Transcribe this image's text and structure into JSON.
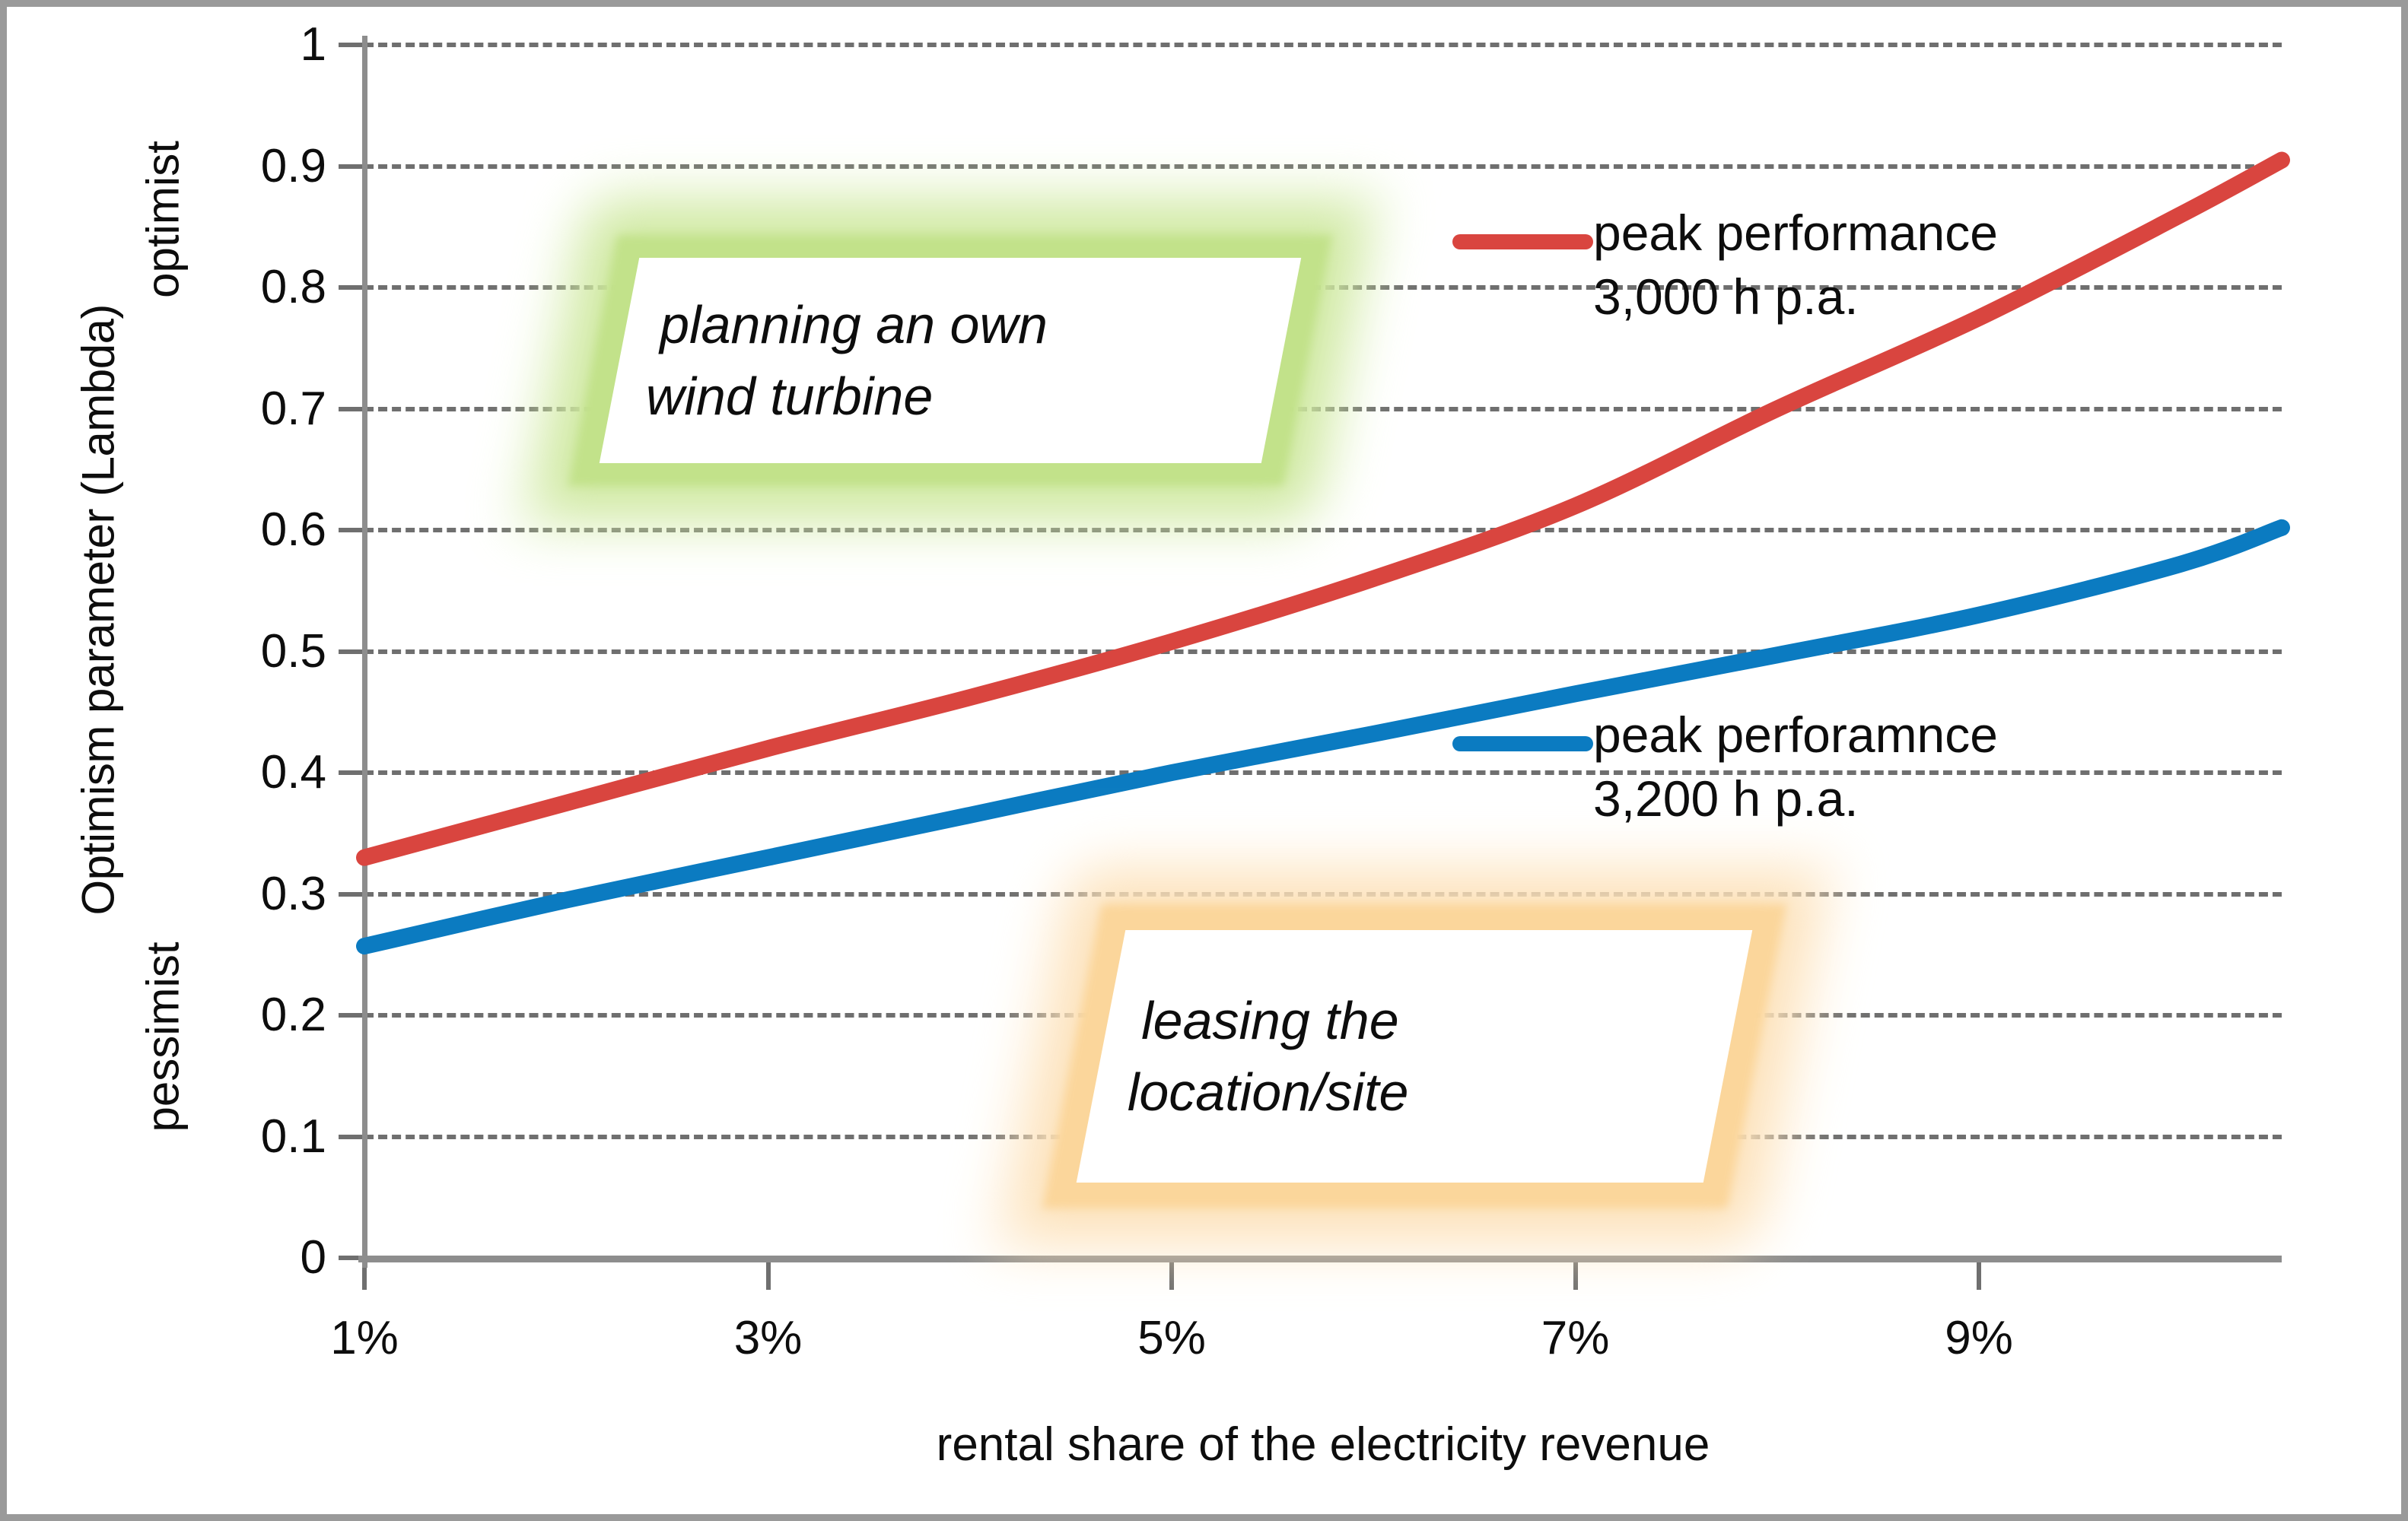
{
  "chart_data": {
    "type": "line",
    "title": "",
    "xlabel": "rental share of the electricity revenue",
    "ylabel": "Optimism parameter (Lambda)",
    "y_pole_high": "optimist",
    "y_pole_low": "pessimist",
    "xlim": [
      1,
      10.5
    ],
    "ylim": [
      0,
      1
    ],
    "grid": true,
    "legend_position": "inside-right",
    "x_tick_labels": [
      "1%",
      "3%",
      "5%",
      "7%",
      "9%"
    ],
    "x_tick_values": [
      1,
      3,
      5,
      7,
      9
    ],
    "y_tick_labels": [
      "0",
      "0.1",
      "0.2",
      "0.3",
      "0.4",
      "0.5",
      "0.6",
      "0.7",
      "0.8",
      "0.9",
      "1"
    ],
    "y_tick_values": [
      0,
      0.1,
      0.2,
      0.3,
      0.4,
      0.5,
      0.6,
      0.7,
      0.8,
      0.9,
      1
    ],
    "x": [
      1,
      2,
      3,
      4,
      5,
      6,
      7,
      8,
      9,
      10,
      10.5
    ],
    "series": [
      {
        "name": "peak performance 3,000 h p.a.",
        "color": "#D9453F",
        "values": [
          0.33,
          0.375,
          0.42,
          0.462,
          0.508,
          0.56,
          0.62,
          0.7,
          0.775,
          0.86,
          0.905
        ]
      },
      {
        "name": "peak perforamnce 3,200 h p.a.",
        "color": "#0B7BC1",
        "values": [
          0.257,
          0.295,
          0.33,
          0.365,
          0.4,
          0.432,
          0.465,
          0.497,
          0.53,
          0.572,
          0.602
        ]
      }
    ],
    "annotations": [
      {
        "id": "planning-own-turbine",
        "lines": [
          "planning an own",
          "wind turbine"
        ],
        "color": "#c2e28a",
        "glow": "#cfe9a0"
      },
      {
        "id": "leasing-location",
        "lines": [
          "leasing the",
          "location/site"
        ],
        "color": "#fbd69b",
        "glow": "#fde2ba"
      }
    ]
  },
  "legend": {
    "red": {
      "line1": "peak performance",
      "line2": "3,000 h p.a.",
      "color": "#D9453F"
    },
    "blue": {
      "line1": "peak perforamnce",
      "line2": "3,200 h p.a.",
      "color": "#0B7BC1"
    }
  },
  "axes": {
    "y_title": "Optimism parameter (Lambda)",
    "y_top_pole": "optimist",
    "y_bottom_pole": "pessimist",
    "x_title": "rental share of the electricity revenue",
    "y_ticks": [
      "1",
      "0.9",
      "0.8",
      "0.7",
      "0.6",
      "0.5",
      "0.4",
      "0.3",
      "0.2",
      "0.1",
      "0"
    ],
    "x_ticks": [
      "1%",
      "3%",
      "5%",
      "7%",
      "9%"
    ]
  },
  "annotations": {
    "green": {
      "l1": "planning an own",
      "l2": "wind turbine"
    },
    "orange": {
      "l1": "leasing the",
      "l2": "location/site"
    }
  },
  "colors": {
    "series_red": "#D9453F",
    "series_blue": "#0B7BC1",
    "grid": "#6f6f6f",
    "axis": "#8d8d8d",
    "frame": "#9a9a9a",
    "callout_green": "#c2e28a",
    "callout_orange": "#fbd69b"
  }
}
